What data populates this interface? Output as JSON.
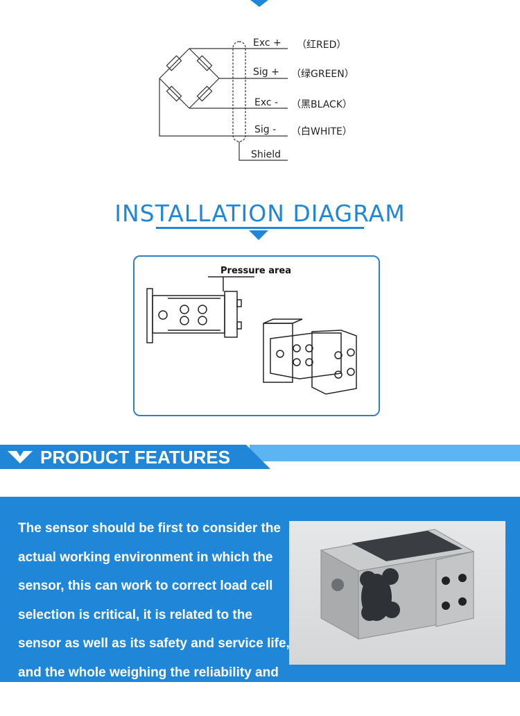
{
  "wiring": {
    "wires": [
      {
        "label": "Exc +",
        "color": "（红RED）"
      },
      {
        "label": "Sig +",
        "color": "（绿GREEN）"
      },
      {
        "label": "Exc -",
        "color": "（黑BLACK）"
      },
      {
        "label": "Sig -",
        "color": "（白WHITE）"
      }
    ],
    "shield": "Shield"
  },
  "installation": {
    "title": "INSTALLATION DIAGRAM",
    "pressure_label": "Pressure area"
  },
  "features": {
    "title": "PRODUCT FEATURES",
    "text": "The sensor should be first to consider the actual working environment in which the sensor, this can work to correct load cell selection is critical, it is related to the sensor as well as its safety and service life, and the whole weighing the reliability and safety"
  },
  "colors": {
    "accent": "#1f86d8",
    "accent_light": "#5cb5f2",
    "panel": "#1f86d8"
  }
}
